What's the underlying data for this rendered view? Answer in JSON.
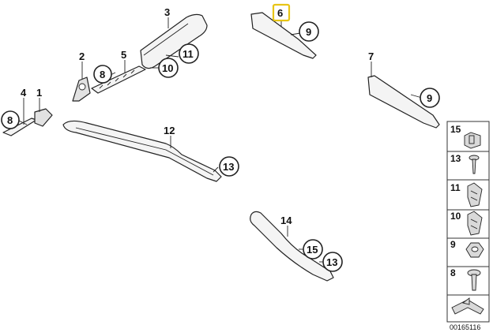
{
  "callouts": {
    "c1": "1",
    "c2": "2",
    "c3": "3",
    "c4": "4",
    "c5": "5",
    "c6": "6",
    "c7": "7",
    "c8a": "8",
    "c8b": "8",
    "c9a": "9",
    "c9b": "9",
    "c10": "10",
    "c11": "11",
    "c12": "12",
    "c13a": "13",
    "c13b": "13",
    "c14": "14",
    "c15": "15"
  },
  "legend": [
    "15",
    "13",
    "11",
    "10",
    "9",
    "8"
  ],
  "highlight": {
    "part": "6",
    "color": "#e8c516"
  },
  "icons": {
    "clip": "spring-clip-icon",
    "screw": "screw-icon",
    "nut": "nut-icon",
    "bolt": "bolt-icon",
    "arrow": "direction-arrow-icon"
  },
  "diagram_id": "00165116"
}
